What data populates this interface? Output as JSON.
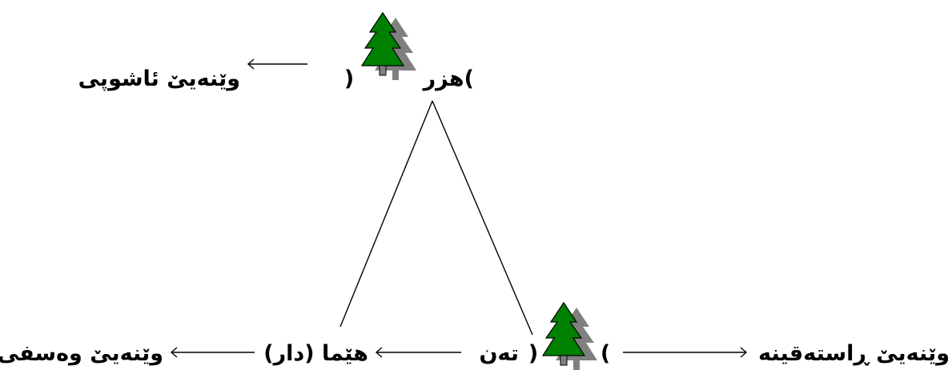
{
  "labels": {
    "top_concept": "هزر(",
    "top_paren_close": ")",
    "top_left_image": "وێنەیێ ئاشوپی",
    "bottom_image_real": "وێنەیێ ڕاستەقینە",
    "bottom_paren_open": "(",
    "bottom_paren_close": ")",
    "bottom_body": "تەن",
    "bottom_symbol": "هێما (دار)",
    "bottom_image_desc": "وێنەیێ وەسفی"
  },
  "icons": {
    "top_icon": "tree-icon",
    "bottom_icon": "tree-icon",
    "tree_color": "#008000",
    "shadow_color": "#808080"
  }
}
